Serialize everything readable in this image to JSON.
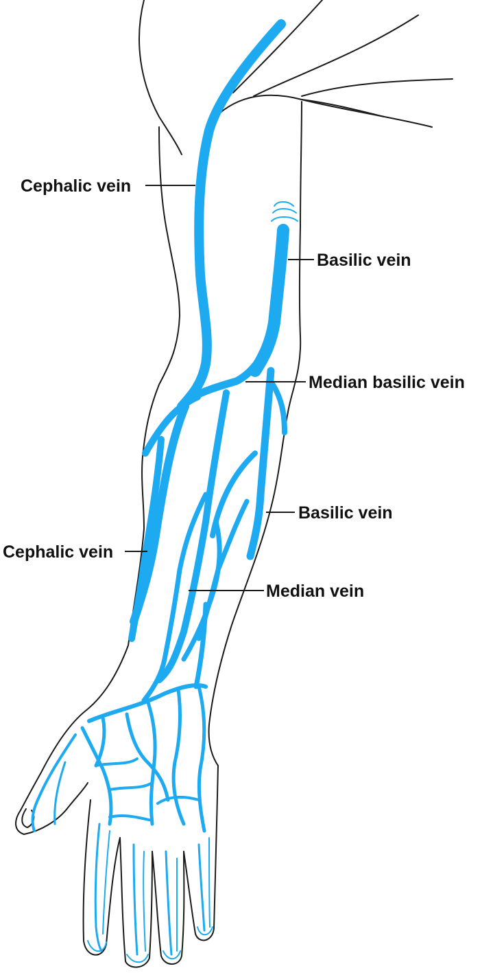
{
  "colors": {
    "vein": "#1eaaf0",
    "outline": "#1a1a1a",
    "label": "#111111",
    "background": "#ffffff"
  },
  "labels": {
    "cephalic_upper": "Cephalic vein",
    "basilic_upper": "Basilic vein",
    "median_basilic": "Median basilic vein",
    "basilic_lower": "Basilic vein",
    "cephalic_lower": "Cephalic vein",
    "median": "Median vein"
  }
}
